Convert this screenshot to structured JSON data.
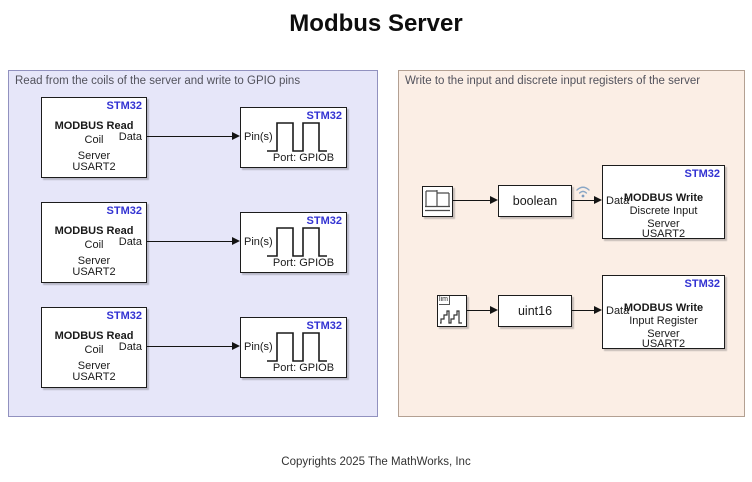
{
  "title": "Modbus Server",
  "copyright": "Copyrights 2025 The MathWorks, Inc",
  "colors": {
    "left_panel_bg": "#e6e6f9",
    "left_panel_border": "#9191bf",
    "right_panel_bg": "#fbeee5",
    "right_panel_border": "#b3a092",
    "stm32_tag_blue": "#3232d2",
    "block_bg": "#ffffff",
    "block_border": "#1c1c1c",
    "panel_label_gray": "#52525c",
    "wireless_badge_blue": "#8aa7c6"
  },
  "left_panel": {
    "label": "Read from the coils of the server and write to GPIO pins",
    "row_count": 3,
    "read_block": {
      "tag": "STM32",
      "title": "MODBUS Read",
      "subtitle": "Coil",
      "line3": "Server",
      "line4": "USART2",
      "out_port": "Data"
    },
    "gpio_block": {
      "tag": "STM32",
      "in_port": "Pin(s)",
      "icon": "square-wave-icon",
      "caption": "Port: GPIOB"
    }
  },
  "right_panel": {
    "label": "Write to the input and discrete input registers of the server",
    "rows": [
      {
        "source_icon": "pulse-source-icon",
        "converter": "boolean",
        "badge_icon": "wireless-icon",
        "write_block": {
          "tag": "STM32",
          "title": "MODBUS Write",
          "subtitle": "Discrete Input",
          "line3": "Server",
          "line4": "USART2",
          "in_port": "Data"
        }
      },
      {
        "source_icon": "stair-wave-icon",
        "source_label": "lim",
        "converter": "uint16",
        "write_block": {
          "tag": "STM32",
          "title": "MODBUS Write",
          "subtitle": "Input Register",
          "line3": "Server",
          "line4": "USART2",
          "in_port": "Data"
        }
      }
    ]
  }
}
